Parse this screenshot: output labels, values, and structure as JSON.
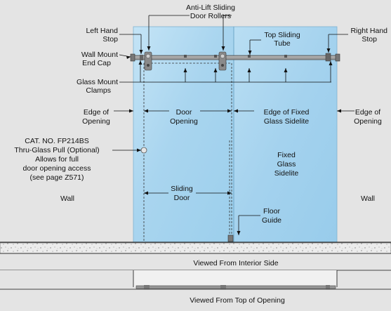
{
  "callouts": {
    "rollers": [
      "Anti-Lift Sliding",
      "Door Rollers"
    ],
    "left_stop": [
      "Left Hand",
      "Stop"
    ],
    "right_stop": [
      "Right Hand",
      "Stop"
    ],
    "top_tube": [
      "Top Sliding",
      "Tube"
    ],
    "end_cap": [
      "Wall Mount",
      "End Cap"
    ],
    "clamps": [
      "Glass Mount",
      "Clamps"
    ],
    "edge_left": [
      "Edge of",
      "Opening"
    ],
    "edge_right": [
      "Edge of",
      "Opening"
    ],
    "door_opening": [
      "Door",
      "Opening"
    ],
    "edge_fixed": [
      "Edge of Fixed",
      "Glass Sidelite"
    ],
    "pull": [
      "CAT. NO. FP214BS",
      "Thru-Glass Pull (Optional)",
      "Allows for full",
      "door opening access",
      "(see page Z571)"
    ],
    "fixed_sidelite": [
      "Fixed",
      "Glass",
      "Sidelite"
    ],
    "sliding_door": [
      "Sliding",
      "Door"
    ],
    "floor_guide": [
      "Floor",
      "Guide"
    ],
    "wall_left": "Wall",
    "wall_right": "Wall"
  },
  "captions": {
    "interior": "Viewed From Interior Side",
    "top": "Viewed From Top of Opening"
  },
  "colors": {
    "background": "#e4e4e4",
    "wall": "#e4e4e4",
    "glass": "#a9d5ef",
    "glass_highlight": "#c7e6f7",
    "hardware": "#8a8a8a",
    "floor": "#e8e8e8",
    "line": "#111111"
  }
}
